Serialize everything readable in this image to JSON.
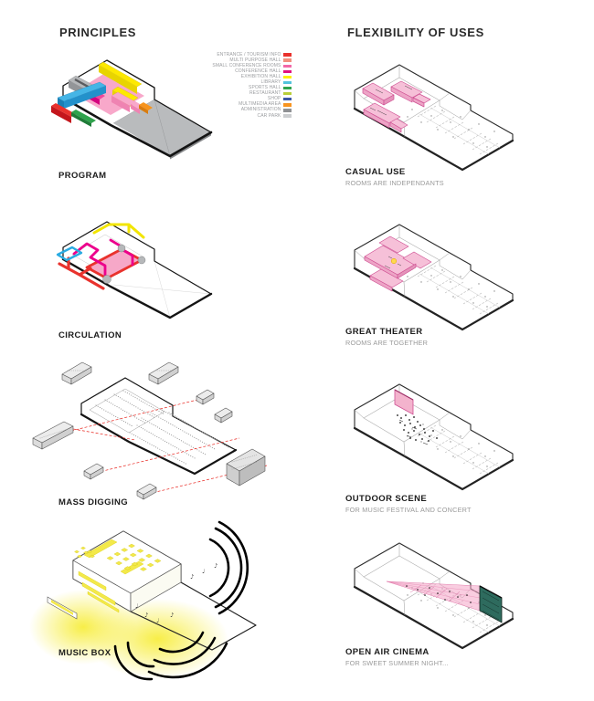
{
  "page": {
    "background": "#ffffff"
  },
  "headers": {
    "left": "PRINCIPLES",
    "right": "FLEXIBILITY OF USES"
  },
  "principles": {
    "items": [
      {
        "label": "PROGRAM"
      },
      {
        "label": "CIRCULATION"
      },
      {
        "label": "MASS DIGGING"
      },
      {
        "label": "MUSIC BOX"
      }
    ]
  },
  "flexibility": {
    "items": [
      {
        "label": "CASUAL USE",
        "sublabel": "ROOMS ARE INDEPENDANTS"
      },
      {
        "label": "GREAT THEATER",
        "sublabel": "ROOMS ARE TOGETHER"
      },
      {
        "label": "OUTDOOR SCENE",
        "sublabel": "FOR MUSIC FESTIVAL AND CONCERT"
      },
      {
        "label": "OPEN AIR CINEMA",
        "sublabel": "FOR SWEET SUMMER NIGHT..."
      }
    ]
  },
  "legend": {
    "items": [
      {
        "label": "ENTRANCE / TOURISM INFO",
        "color": "#e9322d"
      },
      {
        "label": "MULTI PURPOSE HALL",
        "color": "#f2907e"
      },
      {
        "label": "SMALL CONFERENCE ROOMS",
        "color": "#f268a8"
      },
      {
        "label": "CONFERENCE HALL",
        "color": "#e20f7e"
      },
      {
        "label": "EXHIBITION HALL",
        "color": "#fdee00"
      },
      {
        "label": "LIBRARY",
        "color": "#53c3dc"
      },
      {
        "label": "SPORTS HALL",
        "color": "#2fa34c"
      },
      {
        "label": "RESTAURANT",
        "color": "#b9cf3a"
      },
      {
        "label": "SHOP",
        "color": "#3b56a5"
      },
      {
        "label": "MULTIMEDIA AREA",
        "color": "#f79420"
      },
      {
        "label": "ADMINISTRATION",
        "color": "#8f9194"
      },
      {
        "label": "CAR PARK",
        "color": "#ccced0"
      }
    ]
  },
  "palette": {
    "pink_room": "#f6c0d8",
    "pink_floor": "#f8a8ca",
    "magenta": "#ec008c",
    "red": "#e9322d",
    "yellow": "#fdee00",
    "cyan": "#29abe2",
    "slab_gray": "#b9bbbd",
    "glow_yellow": "#f6eb28",
    "cinema_screen_green": "#2e6b5e",
    "outline_black": "#1c1c1c"
  }
}
